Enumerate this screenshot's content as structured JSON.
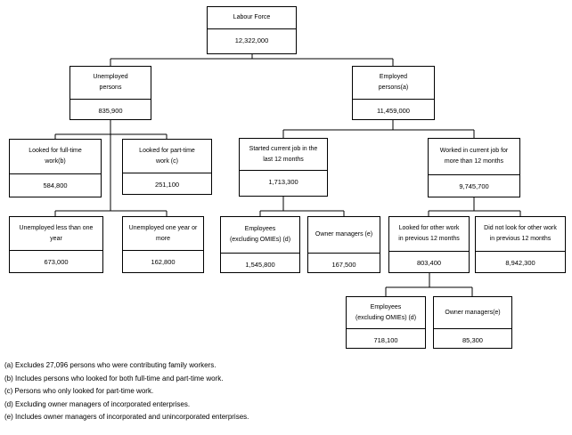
{
  "diagram": {
    "nodes": {
      "labour_force": {
        "label": "Labour Force",
        "value": "12,322,000",
        "parent": null
      },
      "unemployed": {
        "label": "Unemployed\npersons",
        "value": "835,900",
        "parent": "labour_force"
      },
      "employed": {
        "label": "Employed\npersons(a)",
        "value": "11,459,000",
        "parent": "labour_force"
      },
      "looked_full_time": {
        "label": "Looked for full-time\nwork(b)",
        "value": "584,800",
        "parent": "unemployed"
      },
      "looked_part_time": {
        "label": "Looked for part-time\nwork (c)",
        "value": "251,100",
        "parent": "unemployed"
      },
      "started_current_job": {
        "label": "Started current job in the\nlast 12 months",
        "value": "1,713,300",
        "parent": "employed"
      },
      "worked_current_job": {
        "label": "Worked in current job for\nmore than 12 months",
        "value": "9,745,700",
        "parent": "employed"
      },
      "unemployed_lt_1yr": {
        "label": "Unemployed less than one\nyear",
        "value": "673,000",
        "parent": "unemployed"
      },
      "unemployed_1yr_more": {
        "label": "Unemployed one year or\nmore",
        "value": "162,800",
        "parent": "unemployed"
      },
      "employees_started": {
        "label": "Employees\n(excluding OMIEs) (d)",
        "value": "1,545,800",
        "parent": "started_current_job"
      },
      "owner_mgrs_started": {
        "label": "Owner managers (e)",
        "value": "167,500",
        "parent": "started_current_job"
      },
      "looked_other_work": {
        "label": "Looked for other work\nin previous 12 months",
        "value": "803,400",
        "parent": "worked_current_job"
      },
      "did_not_look": {
        "label": "Did not look for other work\nin previous 12 months",
        "value": "8,942,300",
        "parent": "worked_current_job"
      },
      "employees_looked": {
        "label": "Employees\n(excluding OMIEs) (d)",
        "value": "718,100",
        "parent": "looked_other_work"
      },
      "owner_mgrs_looked": {
        "label": "Owner managers(e)",
        "value": "85,300",
        "parent": "looked_other_work"
      }
    },
    "footnotes": [
      "(a) Excludes 27,096 persons who were contributing family workers.",
      "(b) Includes persons who looked for both full-time and part-time work.",
      "(c) Persons who only looked for part-time work.",
      "(d) Excluding owner managers of incorporated enterprises.",
      "(e) Includes owner managers of incorporated and unincorporated enterprises."
    ],
    "colors": {
      "line": "#000000",
      "background": "#ffffff",
      "text": "#000000"
    }
  }
}
